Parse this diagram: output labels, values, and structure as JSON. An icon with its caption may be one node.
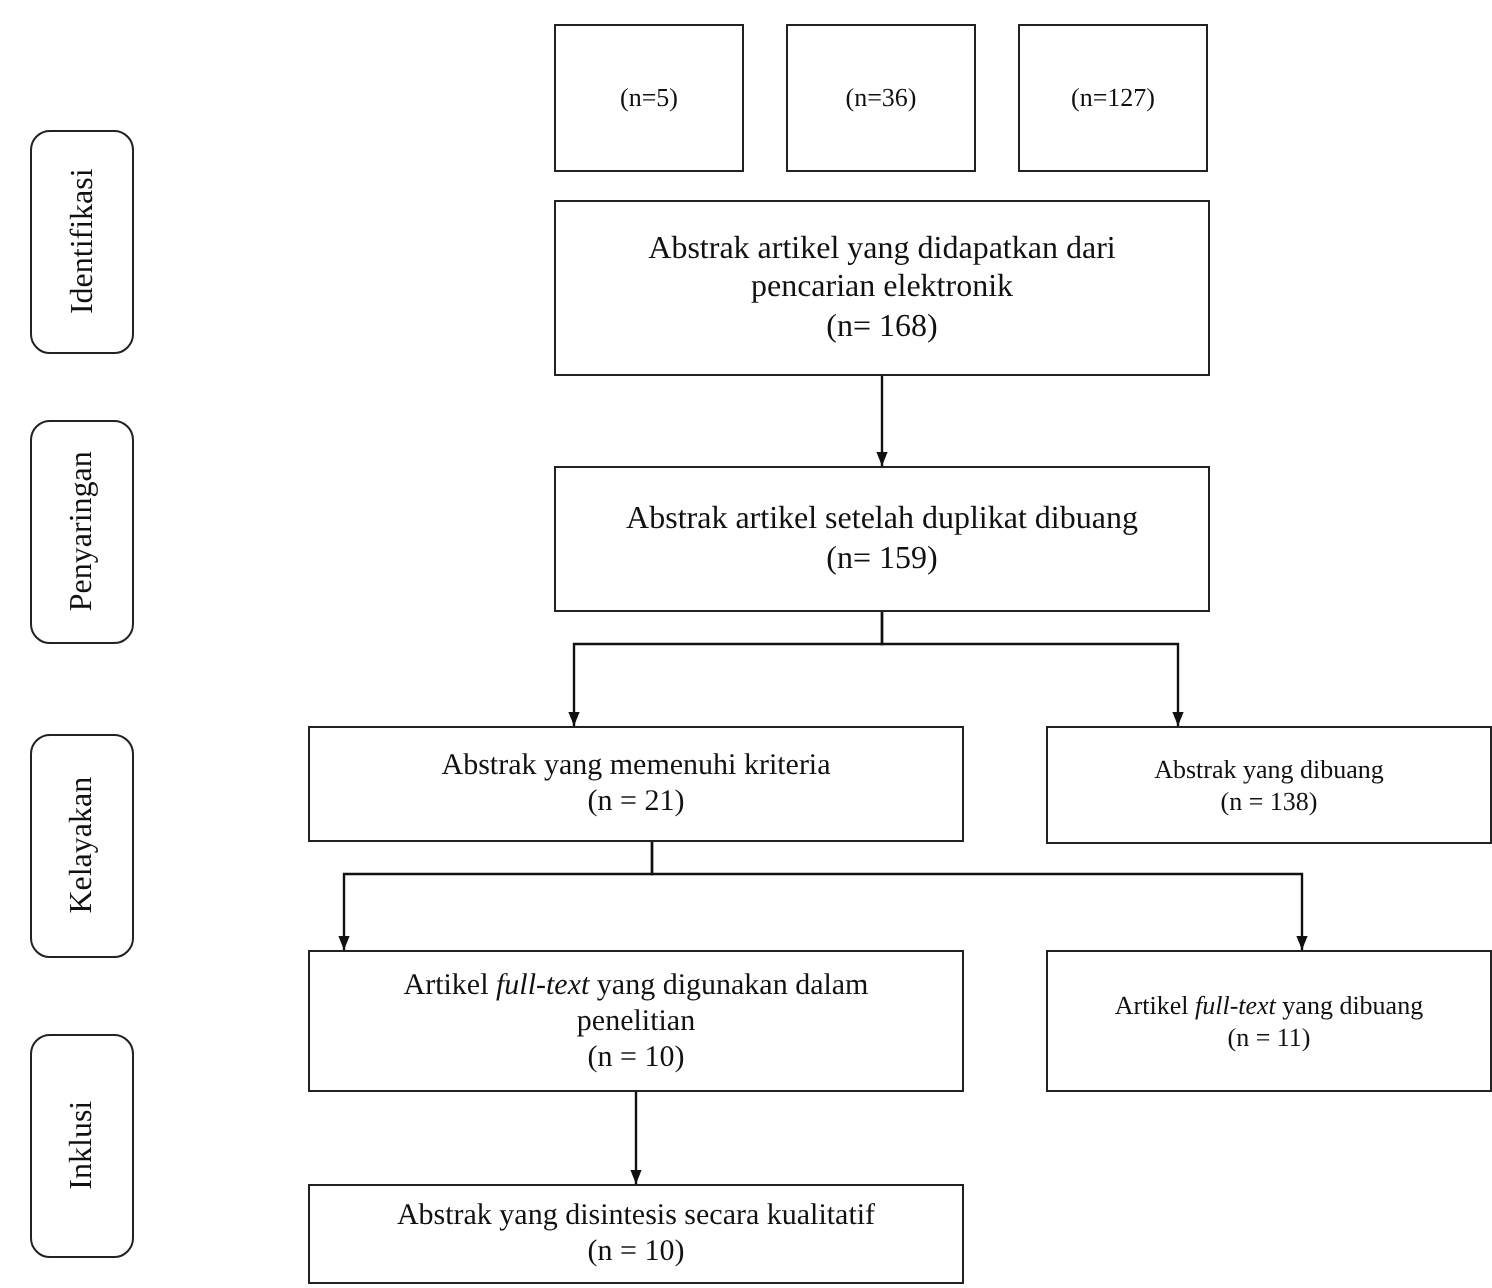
{
  "diagram": {
    "nodes": [
      {
        "text": [
          "(n=5)"
        ]
      },
      {
        "text": [
          "(n=36)"
        ]
      },
      {
        "text": [
          "(n=127)"
        ]
      },
      {
        "text": [
          "Identifikasi"
        ]
      },
      {
        "text": [
          "Abstrak artikel yang didapatkan dari pencarian elektronik",
          "(n= 168)"
        ]
      },
      {
        "text": [
          "Penyaringan"
        ]
      },
      {
        "text": [
          "Abstrak artikel setelah duplikat dibuang",
          "(n= 159)"
        ]
      },
      {
        "text": [
          "Kelayakan"
        ]
      },
      {
        "text": [
          "Abstrak yang memenuhi kriteria",
          "(n = 21)"
        ]
      },
      {
        "text": [
          "Abstrak yang dibuang",
          "(n = 138)"
        ]
      },
      {
        "text": [
          "Artikel *full-text* yang digunakan dalam penelitian",
          "(n = 10)"
        ]
      },
      {
        "text": [
          "Artikel *full-text* yang dibuang",
          "(n = 11)"
        ]
      },
      {
        "text": [
          "Inklusi"
        ]
      },
      {
        "text": [
          "Abstrak yang disintesis secara kualitatif",
          "(n = 10)"
        ]
      }
    ],
    "edges": [
      {
        "from": 4,
        "to": 6,
        "arrow": "to"
      },
      {
        "from": 6,
        "to": 8,
        "arrow": "to"
      },
      {
        "from": 6,
        "to": 9,
        "arrow": "to"
      },
      {
        "from": 8,
        "to": 10,
        "arrow": "to"
      },
      {
        "from": 8,
        "to": 11,
        "arrow": "to"
      },
      {
        "from": 10,
        "to": 13,
        "arrow": "to"
      }
    ]
  }
}
